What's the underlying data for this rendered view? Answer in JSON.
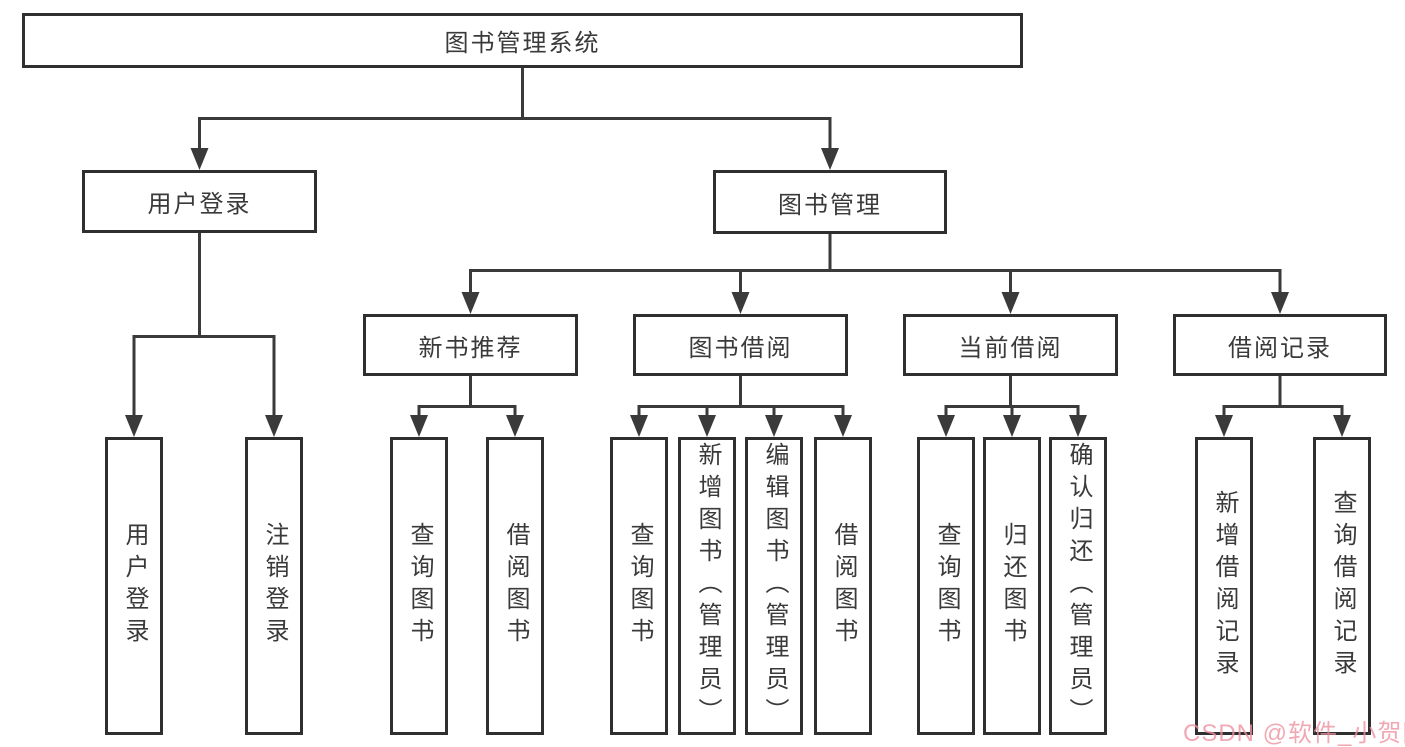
{
  "diagram": {
    "nodes": {
      "root": "图书管理系统",
      "user_login": "用户登录",
      "book_mgmt": "图书管理",
      "new_book_rec": "新书推荐",
      "book_borrow": "图书借阅",
      "current_borrow": "当前借阅",
      "borrow_records": "借阅记录",
      "leaf_user_login": "用户登录",
      "leaf_logout": "注销登录",
      "leaf_rec_query_book": "查询图书",
      "leaf_rec_borrow_book": "借阅图书",
      "leaf_bor_query_book": "查询图书",
      "leaf_bor_add_book": "新增图书（管理员）",
      "leaf_bor_edit_book": "编辑图书（管理员）",
      "leaf_bor_borrow_book": "借阅图书",
      "leaf_cur_query_book": "查询图书",
      "leaf_cur_return_book": "归还图书",
      "leaf_cur_confirm_return": "确认归还（管理员）",
      "leaf_add_borrow_record": "新增借阅记录",
      "leaf_query_borrow_record": "查询借阅记录"
    },
    "colors": {
      "line": "#3a3a3a",
      "box_border": "#2f2f2f",
      "box_fill": "#ffffff",
      "text": "#3a3a3a",
      "watermark": "#ee92a0",
      "background": "#ffffff"
    }
  },
  "watermark": "CSDN @软件_小贺同学"
}
